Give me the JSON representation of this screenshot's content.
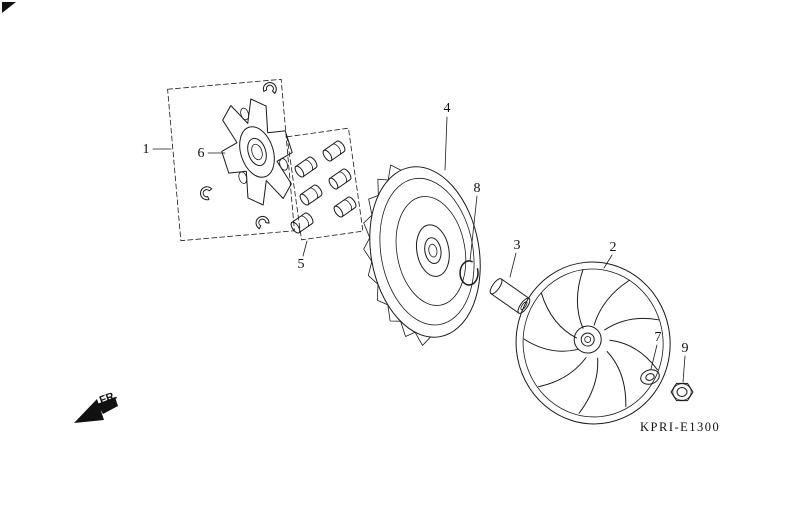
{
  "diagram": {
    "code": "KPRI-E1300",
    "direction_label": "FR.",
    "callouts": [
      {
        "number": "1"
      },
      {
        "number": "2"
      },
      {
        "number": "3"
      },
      {
        "number": "4"
      },
      {
        "number": "5"
      },
      {
        "number": "6"
      },
      {
        "number": "7"
      },
      {
        "number": "8"
      },
      {
        "number": "9"
      }
    ],
    "colors": {
      "ink": "#1a1a1a",
      "background": "#ffffff"
    }
  }
}
